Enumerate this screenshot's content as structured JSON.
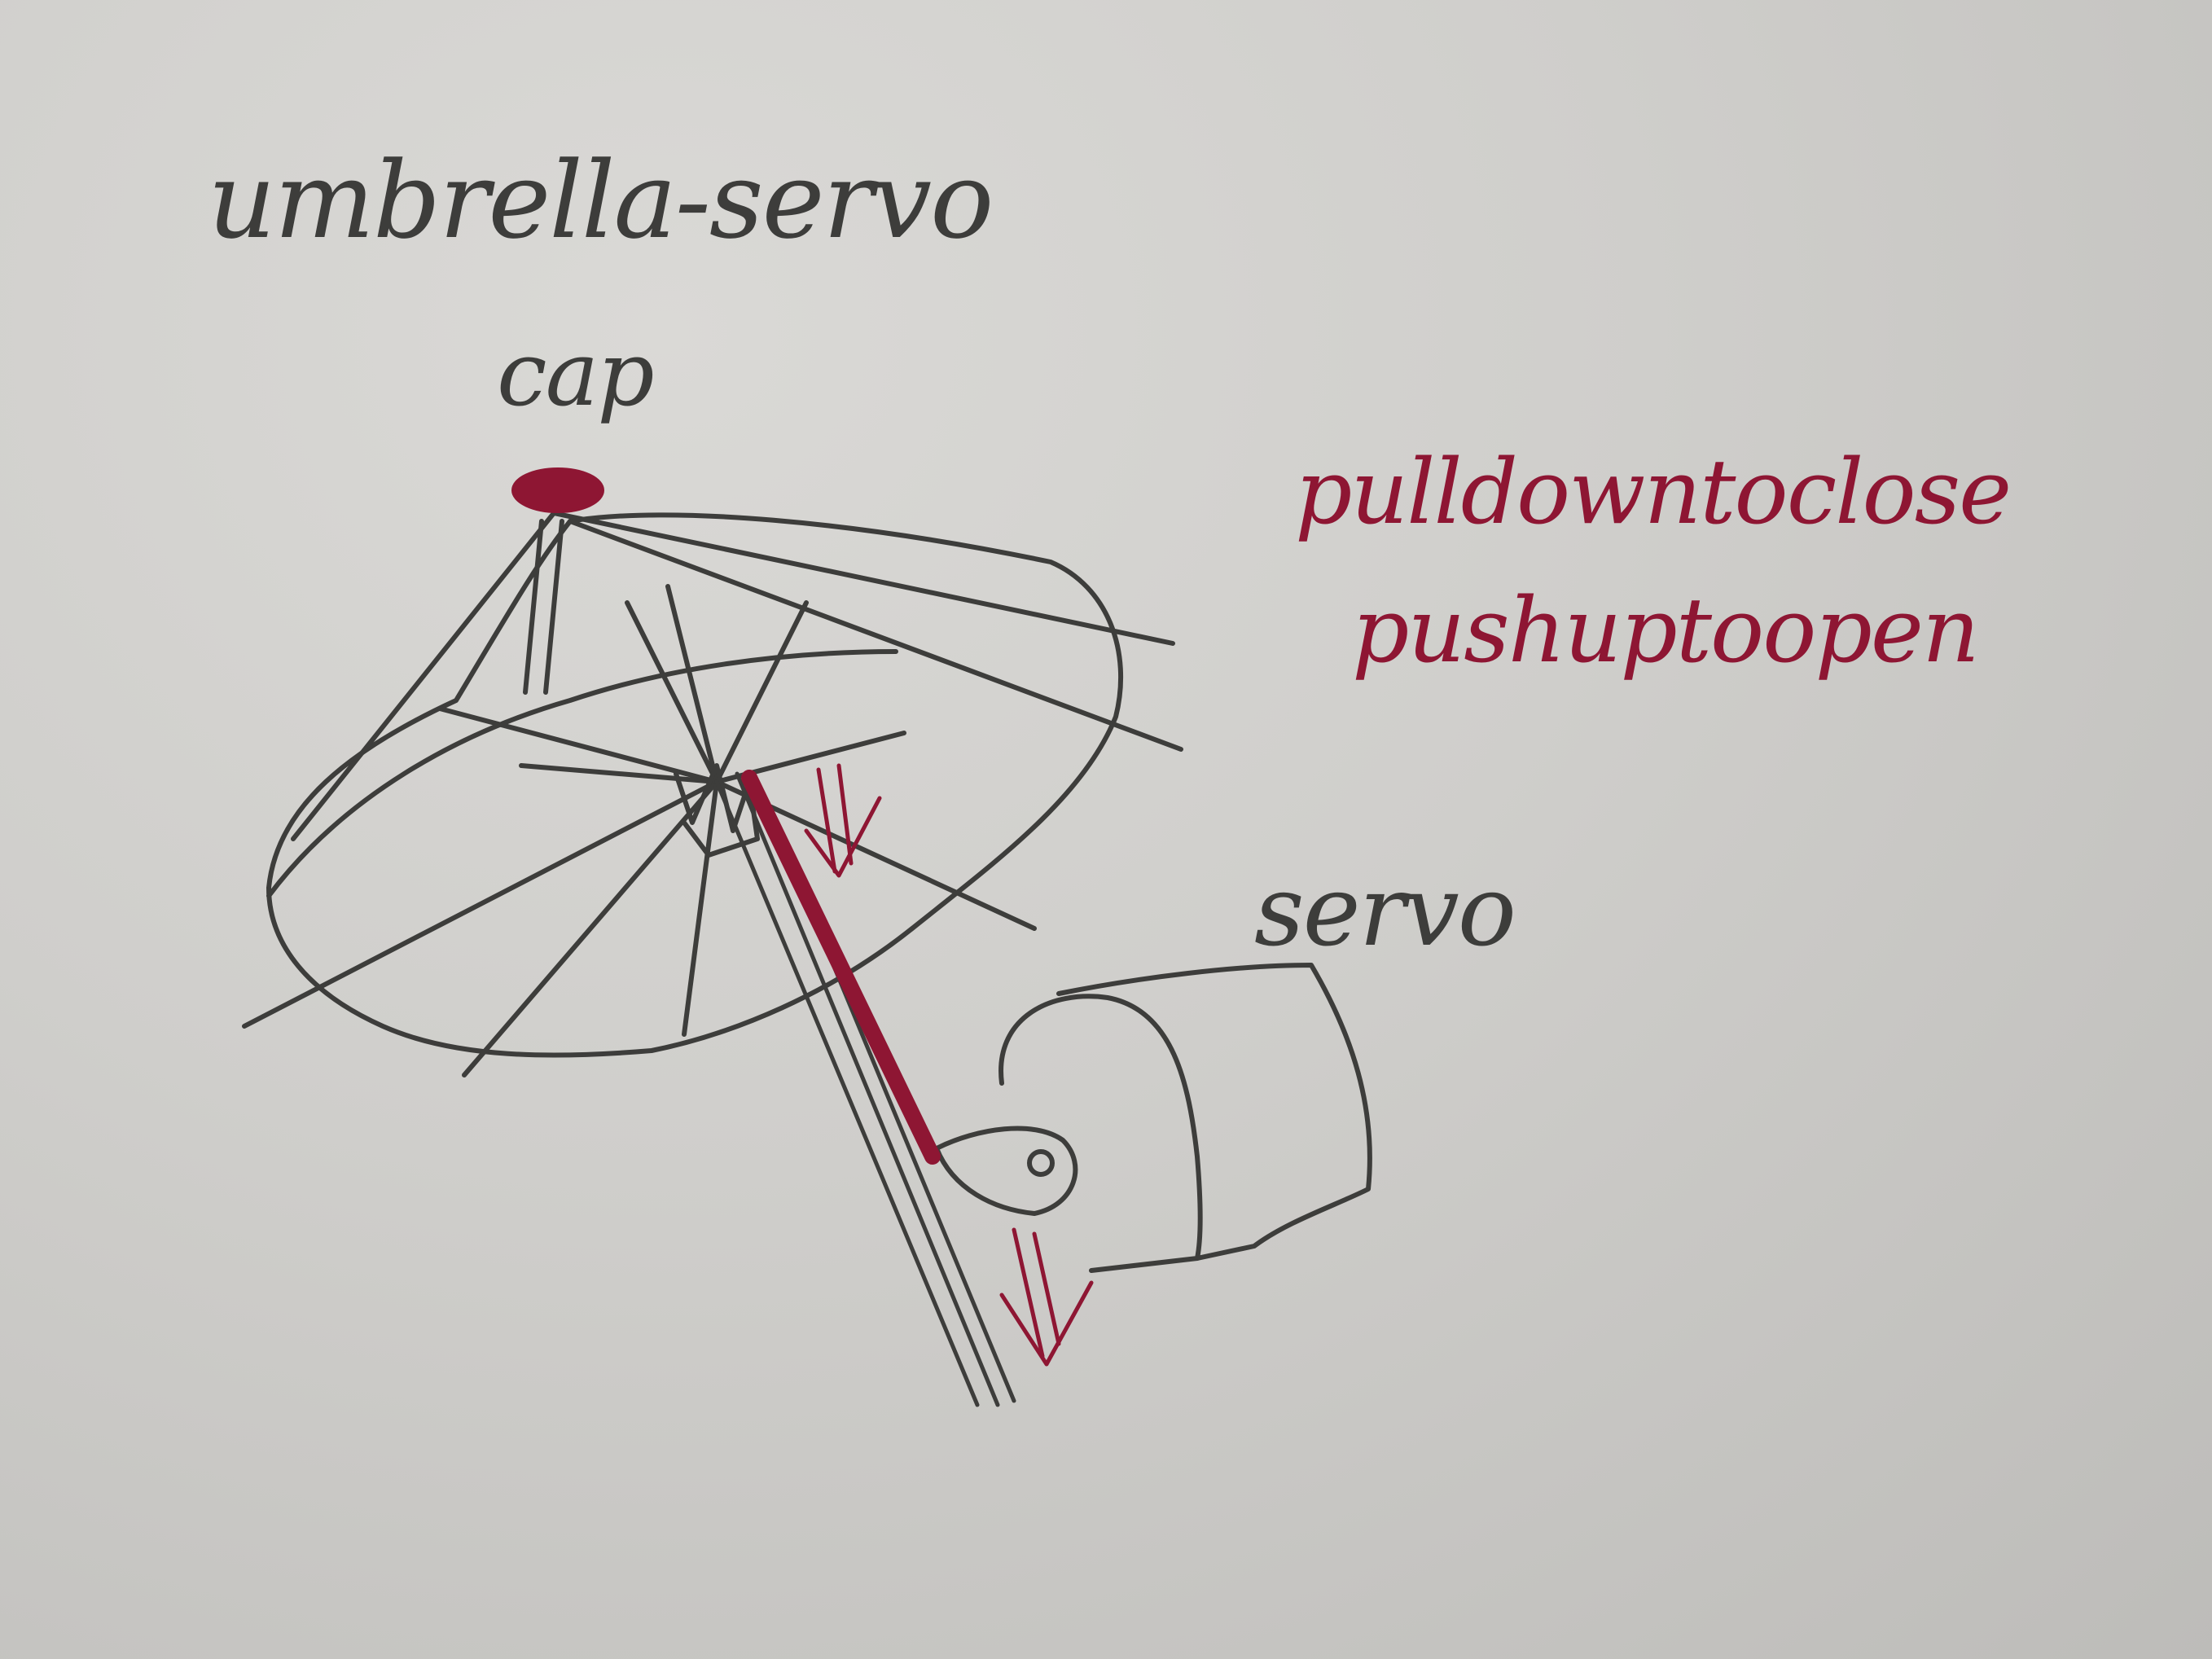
{
  "labels": {
    "title": "umbrella-servo",
    "cap": "cap",
    "instruction_close": "pulldowntoclose",
    "instruction_open": "pushuptoopen",
    "servo": "servo"
  },
  "colors": {
    "paper": "#cfcecb",
    "pencil": "#3d3d3b",
    "red_ink": "#8e1633"
  }
}
